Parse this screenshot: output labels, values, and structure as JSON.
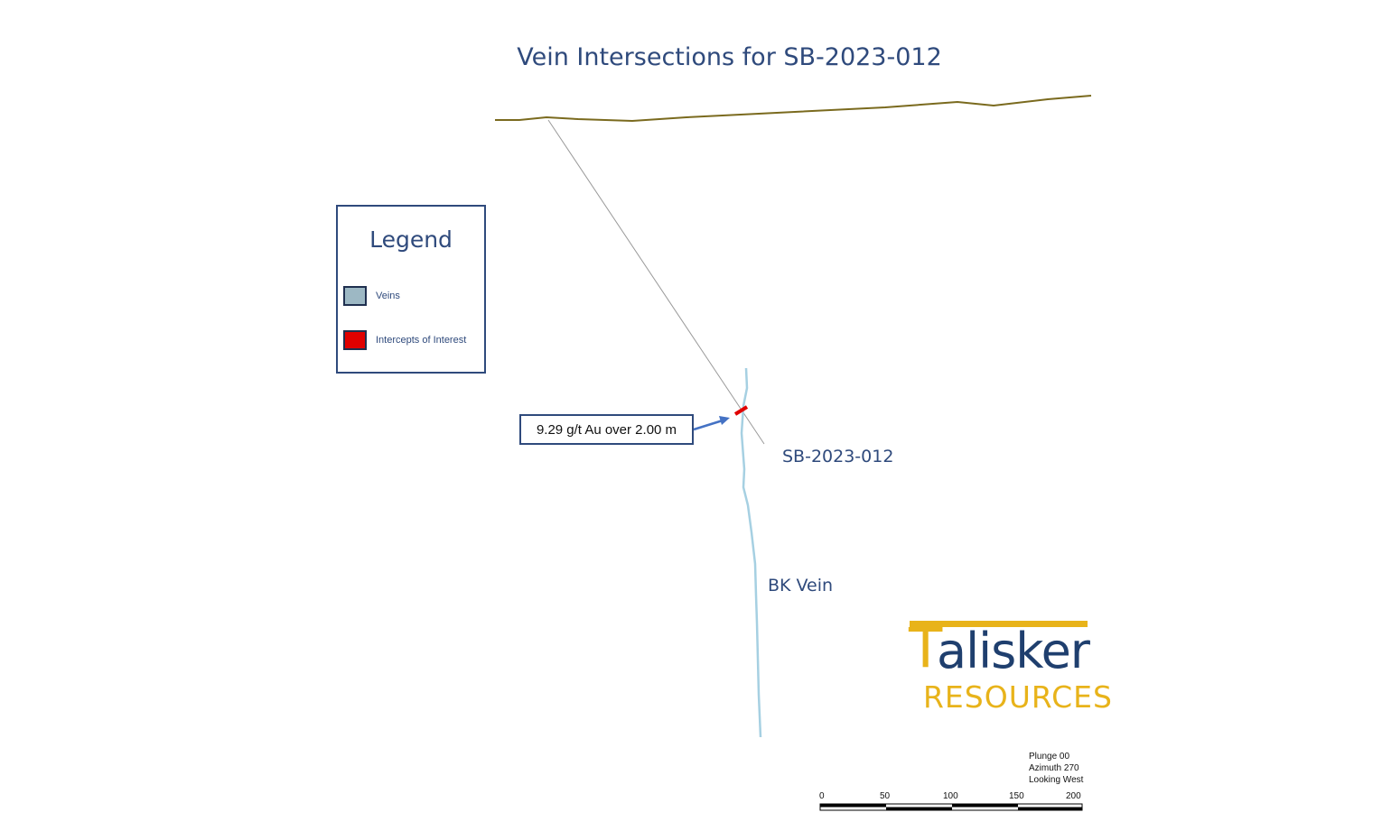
{
  "title": "Vein Intersections for SB-2023-012",
  "legend": {
    "title": "Legend",
    "items": [
      {
        "label": "Veins",
        "color": "#9db8c4"
      },
      {
        "label": "Intercepts of Interest",
        "color": "#e00000"
      }
    ]
  },
  "callout": {
    "text": "9.29 g/t Au over 2.00 m"
  },
  "labels": {
    "drillhole": "SB-2023-012",
    "vein": "BK Vein"
  },
  "logo": {
    "first_letter": "T",
    "rest": "alisker",
    "subtitle": "RESOURCES",
    "color_gold": "#e8b31a",
    "color_blue": "#1f3f6e"
  },
  "view_info": {
    "plunge": "Plunge 00",
    "azimuth": "Azimuth 270",
    "direction": "Looking West"
  },
  "scale_bar": {
    "ticks": [
      "0",
      "50",
      "100",
      "150",
      "200"
    ]
  },
  "colors": {
    "topography": "#7a6a1e",
    "vein": "#a6d0e2",
    "drillhole": "#9a9a9a",
    "accent": "#2f4a7c",
    "intercept": "#e00000"
  }
}
